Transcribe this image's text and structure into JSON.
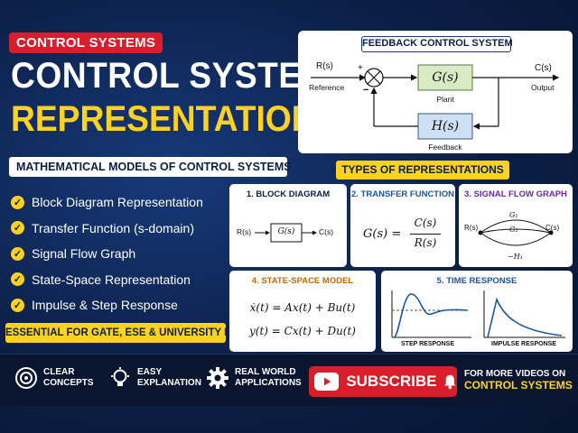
{
  "badge": "CONTROL SYSTEMS",
  "title_line1": "CONTROL SYSTEM",
  "title_line2": "REPRESENTATION",
  "subtitle": "MATHEMATICAL MODELS OF CONTROL SYSTEMS",
  "topics": [
    "Block Diagram Representation",
    "Transfer Function (s-domain)",
    "Signal Flow Graph",
    "State-Space Representation",
    "Impulse & Step Response"
  ],
  "essential": "ESSENTIAL FOR GATE, ESE & UNIVERSITY EXAMS",
  "feedback": {
    "title": "FEEDBACK CONTROL SYSTEM",
    "input": "R(s)",
    "input_label": "Reference",
    "plant": "G(s)",
    "plant_label": "Plant",
    "feedback_block": "H(s)",
    "feedback_label": "Feedback",
    "output": "C(s)",
    "output_label": "Output",
    "plus": "+",
    "minus": "−"
  },
  "types_title": "TYPES OF REPRESENTATIONS",
  "cards": {
    "block": {
      "title": "1. BLOCK DIAGRAM",
      "input": "R(s)",
      "block": "G(s)",
      "output": "C(s)"
    },
    "tf": {
      "title": "2. TRANSFER FUNCTION",
      "lhs": "G(s) =",
      "num": "C(s)",
      "den": "R(s)"
    },
    "sfg": {
      "title": "3. SIGNAL FLOW GRAPH",
      "input": "R(s)",
      "output": "C(s)",
      "g1": "G₁",
      "g2": "G₂",
      "h1": "−H₁"
    },
    "ss": {
      "title": "4. STATE-SPACE MODEL",
      "eq1": "ẋ(t) = Ax(t) + Bu(t)",
      "eq2": "y(t) = Cx(t) + Du(t)"
    },
    "tr": {
      "title": "5. TIME RESPONSE",
      "step_label": "STEP RESPONSE",
      "impulse_label": "IMPULSE RESPONSE"
    }
  },
  "features": [
    {
      "line1": "CLEAR",
      "line2": "CONCEPTS",
      "icon": "target-icon"
    },
    {
      "line1": "EASY",
      "line2": "EXPLANATION",
      "icon": "lightbulb-icon"
    },
    {
      "line1": "REAL WORLD",
      "line2": "APPLICATIONS",
      "icon": "gear-icon"
    }
  ],
  "subscribe": "SUBSCRIBE",
  "more_line1": "FOR MORE VIDEOS ON",
  "more_line2": "CONTROL SYSTEMS",
  "colors": {
    "accent": "#ffd21f",
    "red": "#d81e2a",
    "navy": "#0b1f47"
  }
}
